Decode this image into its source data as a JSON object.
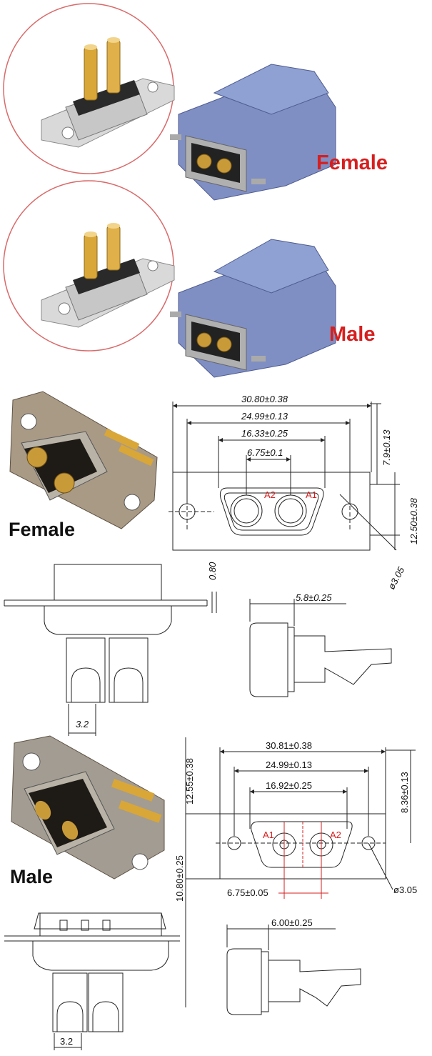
{
  "product_labels": {
    "female_top": "Female",
    "male_top": "Male",
    "female_drawing": "Female",
    "male_drawing": "Male"
  },
  "female_dims": {
    "overall_width": "30.80±0.38",
    "hole_spacing": "24.99±0.13",
    "shell_width": "16.33±0.25",
    "pin_spacing": "6.75±0.1",
    "height_right_top": "7.9±0.13",
    "height_right": "12.50±0.38",
    "hole_dia": "ø3.05",
    "flange_thickness": "0.80",
    "depth": "5.8±0.25",
    "pin_width": "3.2",
    "pin_a2": "A2",
    "pin_a1": "A1"
  },
  "male_dims": {
    "overall_width": "30.81±0.38",
    "hole_spacing": "24.99±0.13",
    "shell_width": "16.92±0.25",
    "pin_spacing": "6.75±0.05",
    "height_left_top": "12.55±0.38",
    "height_left_bottom": "10.80±0.25",
    "height_right": "8.36±0.13",
    "hole_dia": "ø3.05",
    "depth": "6.00±0.25",
    "pin_width": "3.2",
    "pin_a1": "A1",
    "pin_a2": "A2"
  },
  "colors": {
    "accent_red": "#d61f1f",
    "hood_blue": "#7f8fc4",
    "gold": "#d9a638",
    "steel": "#b8b8b8"
  }
}
